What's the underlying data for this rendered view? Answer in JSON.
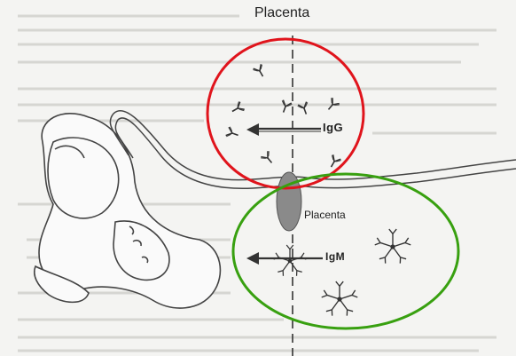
{
  "labels": {
    "top_title": "Placenta",
    "igg": "IgG",
    "placenta_center": "Placenta",
    "igm": "IgM"
  },
  "colors": {
    "background": "#f4f4f2",
    "igg_circle": "#e0141c",
    "igm_circle": "#38a010",
    "placenta_fill": "#8a8a8a",
    "ink": "#333333"
  }
}
